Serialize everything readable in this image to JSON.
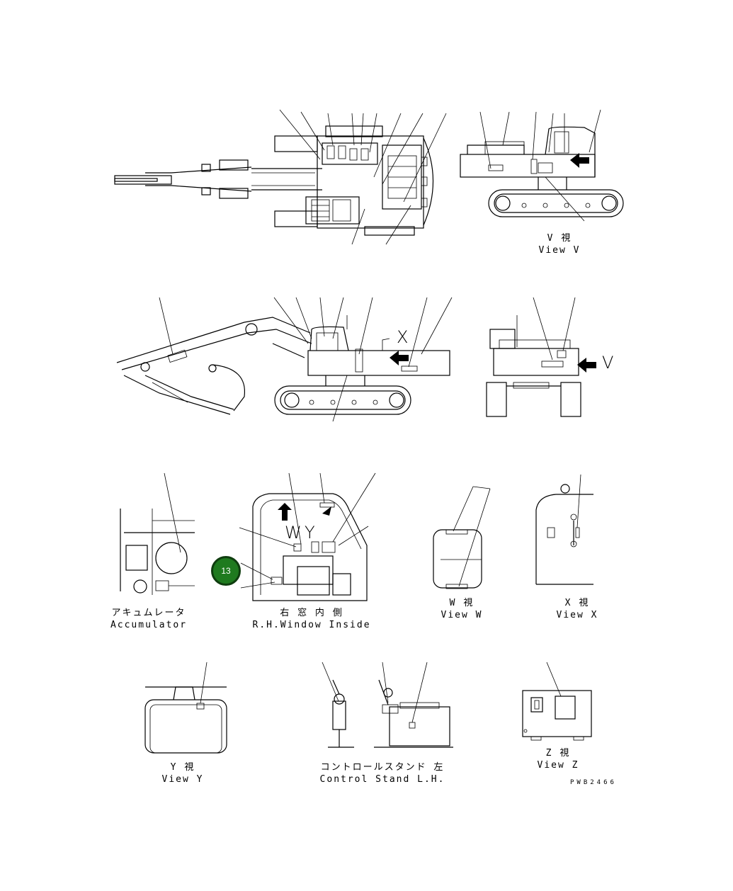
{
  "callout": {
    "number": "13",
    "color": "#1f7a1f"
  },
  "letters": {
    "w": "W",
    "y": "Y",
    "x": "X",
    "v": "V"
  },
  "captions": {
    "view_v": {
      "jp": "V 視",
      "en": "View V"
    },
    "accumulator": {
      "jp": "アキュムレータ",
      "en": "Accumulator"
    },
    "rh_window": {
      "jp": "右 窓 内 側",
      "en": "R.H.Window Inside"
    },
    "view_w": {
      "jp": "W 視",
      "en": "View W"
    },
    "view_x": {
      "jp": "X 視",
      "en": "View X"
    },
    "view_y": {
      "jp": "Y 視",
      "en": "View Y"
    },
    "control_stand": {
      "jp": "コントロールスタンド 左",
      "en": "Control Stand L.H."
    },
    "view_z": {
      "jp": "Z 視",
      "en": "View Z"
    }
  },
  "drawing_code": "PWB2466",
  "icons": [
    "arrow-icon",
    "callout-circle"
  ]
}
